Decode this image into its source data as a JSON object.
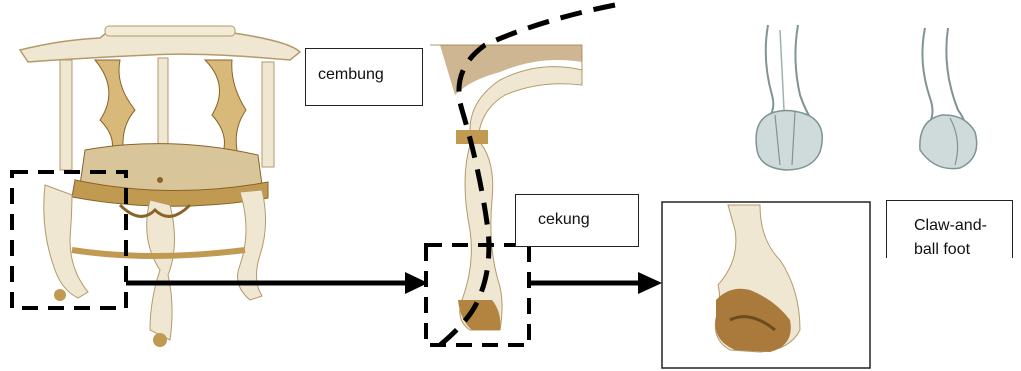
{
  "labels": {
    "convex": "cembung",
    "concave": "cekung",
    "foot_line1": "Claw-and-",
    "foot_line2": "ball foot"
  },
  "colors": {
    "cream": "#efe7d2",
    "gold": "#c19a52",
    "dark_gold": "#8a6328",
    "seat": "#d9c59a",
    "sketch": "#9fb1b1",
    "sketch_fill": "#cfdada",
    "line": "#000000"
  }
}
